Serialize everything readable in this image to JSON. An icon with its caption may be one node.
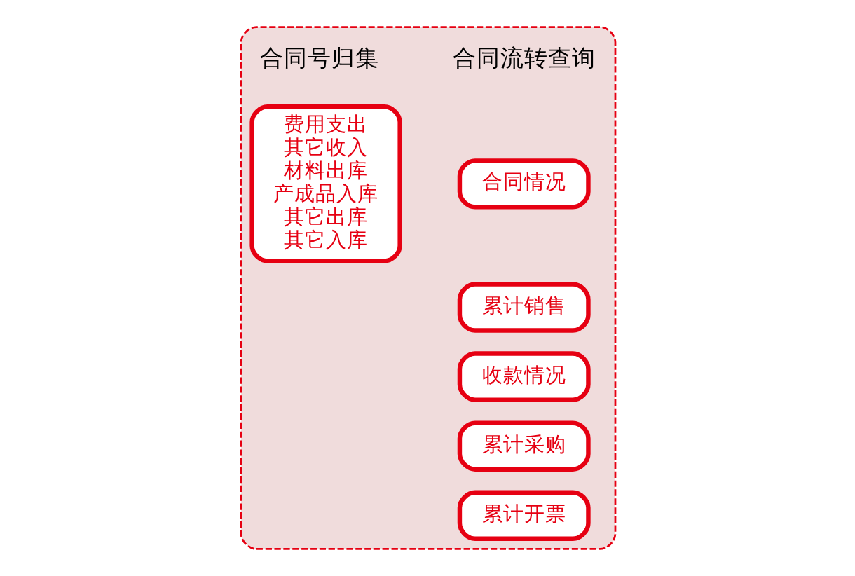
{
  "diagram": {
    "nodes": [
      {
        "text": [],
        "shape": "box"
      },
      {
        "text": [
          "合同情况"
        ],
        "in": 0
      },
      {
        "text": [
          "累计销售"
        ],
        "in": 0
      },
      {
        "text": [
          "收款情况"
        ],
        "in": 0
      },
      {
        "text": [
          "累计采购"
        ],
        "in": 0
      },
      {
        "text": [
          "累计开票"
        ],
        "in": 0
      },
      {
        "text": [
          "费用支出",
          "其它收入",
          "材料出库",
          "产成品入库",
          "其它出库",
          "其它入库"
        ],
        "in": 0
      }
    ],
    "labels": [
      "合同流转查询",
      "合同号归集"
    ]
  }
}
